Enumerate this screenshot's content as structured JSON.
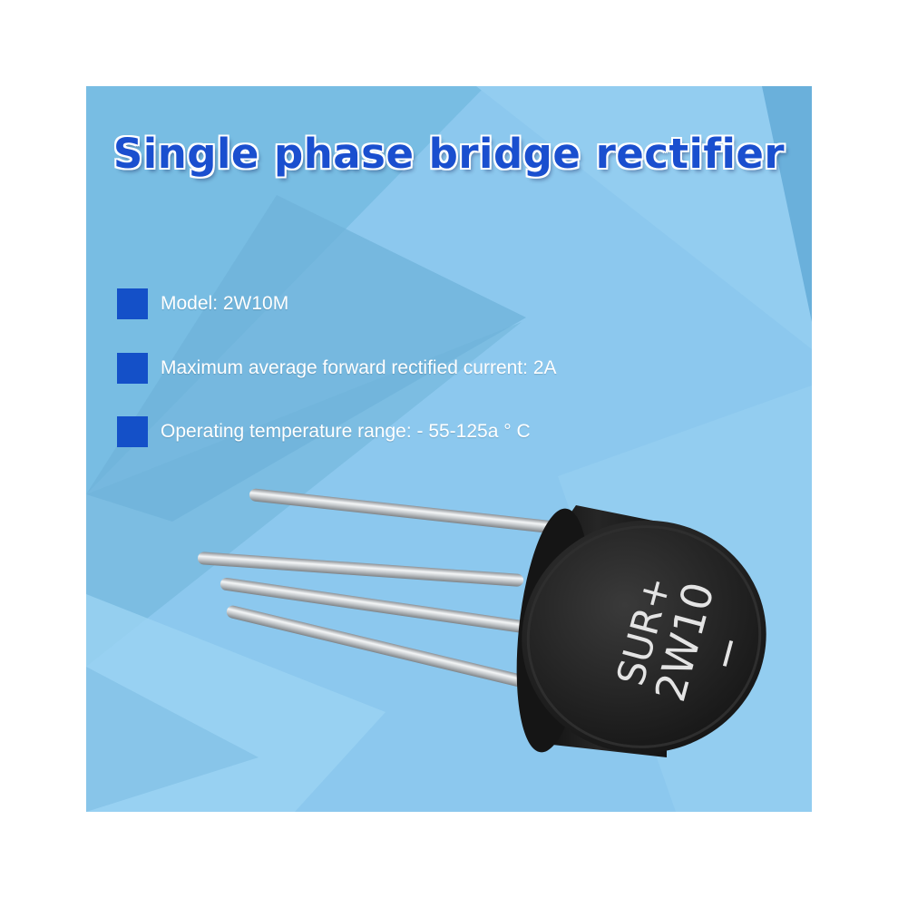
{
  "title": "Single phase bridge rectifier",
  "features": [
    {
      "text": "Model: 2W10M"
    },
    {
      "text": "Maximum average forward rectified current: 2A"
    },
    {
      "text": "Operating temperature range: - 55-125a ° C"
    }
  ],
  "component": {
    "marking_line1": "SUR+",
    "marking_line2": "2W10",
    "marking_minus": "−"
  },
  "colors": {
    "background": "#8cc8ee",
    "accent_dark": "#6db4da",
    "title": "#1a4fcf",
    "bullet": "#1450c8",
    "component_body": "#1c1c1c"
  }
}
